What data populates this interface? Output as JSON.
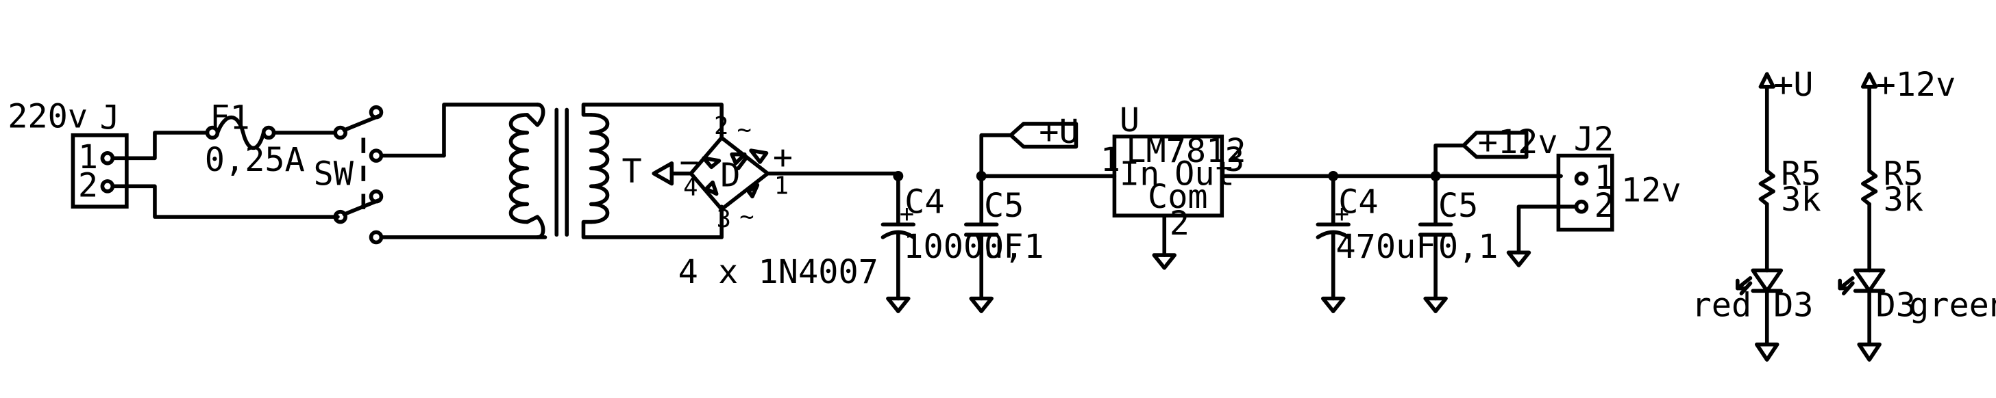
{
  "labels": {
    "input_voltage": "220v",
    "j": "J",
    "j_pin1": "1",
    "j_pin2": "2",
    "f1": "F1",
    "f1_value": "0,25A",
    "sw": "SW",
    "t": "T",
    "d": "D",
    "d_pin1": "1",
    "d_pin2": "2",
    "d_pin3": "3",
    "d_pin4": "4",
    "d_plus": "+",
    "d_minus": "−",
    "d_ac_top": "~",
    "d_ac_bot": "~",
    "diode_type": "4 x 1N4007",
    "c4_a": "C4",
    "c4_a_value": "1000uF",
    "c5_a": "C5",
    "c5_a_value": "0,1",
    "net_u": "+U",
    "u": "U",
    "reg_name": "LM7812",
    "reg_in": "In",
    "reg_out": "Out",
    "reg_com": "Com",
    "reg_pin1": "1",
    "reg_pin2": "2",
    "reg_pin3": "3",
    "c4_b": "C4",
    "c4_b_value": "470uF",
    "c5_b": "C5",
    "c5_b_value": "0,1",
    "net_12v": "+12v",
    "j2": "J2",
    "j2_pin1": "1",
    "j2_pin2": "2",
    "output_voltage": "12v",
    "led1_supply": "+U",
    "r5_a": "R5",
    "r5_a_value": "3k",
    "d3_a_color": "red",
    "d3_a": "D3",
    "led2_supply": "+12v",
    "r5_b": "R5",
    "r5_b_value": "3k",
    "d3_b": "D3",
    "d3_b_color": "green"
  }
}
